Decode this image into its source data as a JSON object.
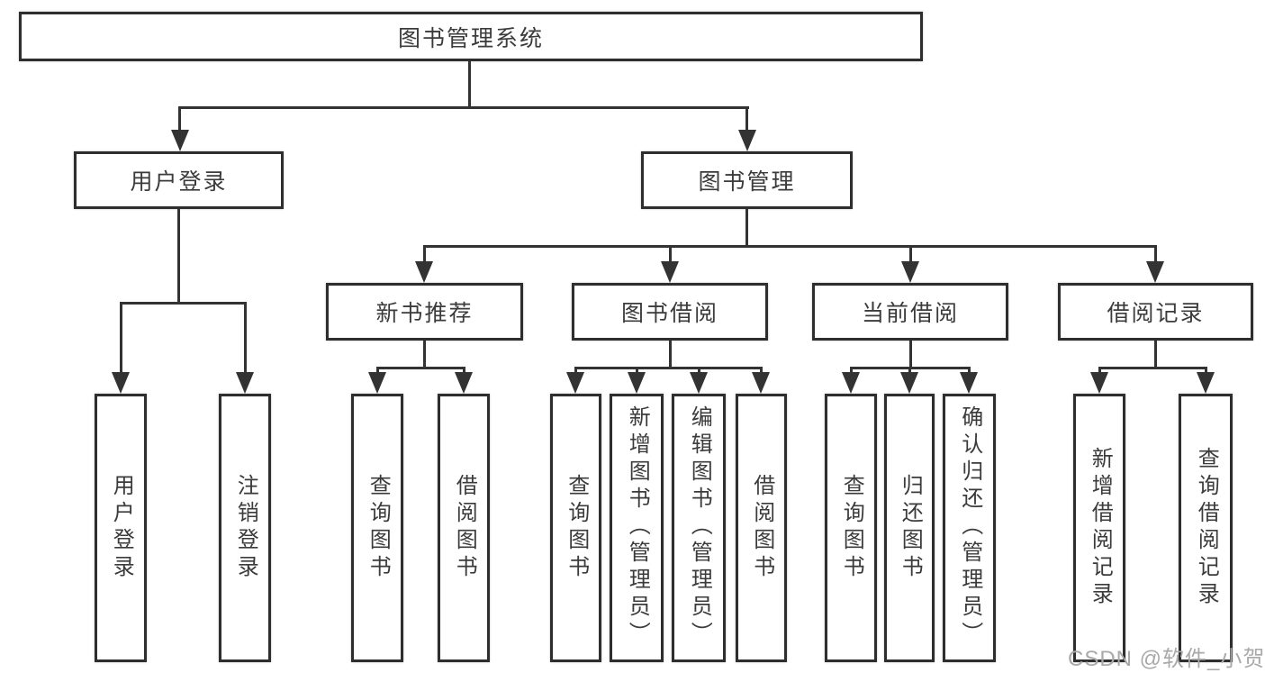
{
  "root": {
    "label": "图书管理系统"
  },
  "level2": [
    {
      "label": "用户登录"
    },
    {
      "label": "图书管理"
    }
  ],
  "level3": [
    {
      "label": "新书推荐"
    },
    {
      "label": "图书借阅"
    },
    {
      "label": "当前借阅"
    },
    {
      "label": "借阅记录"
    }
  ],
  "leaves": [
    {
      "label": "用户登录"
    },
    {
      "label": "注销登录"
    },
    {
      "label": "查询图书"
    },
    {
      "label": "借阅图书"
    },
    {
      "label": "查询图书"
    },
    {
      "label": "新增图书（管理员）"
    },
    {
      "label": "编辑图书（管理员）"
    },
    {
      "label": "借阅图书"
    },
    {
      "label": "查询图书"
    },
    {
      "label": "归还图书"
    },
    {
      "label": "确认归还（管理员）"
    },
    {
      "label": "新增借阅记录"
    },
    {
      "label": "查询借阅记录"
    }
  ],
  "watermark": {
    "text": "CSDN @软件_小贺同学"
  },
  "colors": {
    "background": "#ffffff",
    "line": "#333333",
    "box_border": "#2e2e2e",
    "text": "#3b3b3b",
    "watermark": "#a9a9a9"
  }
}
